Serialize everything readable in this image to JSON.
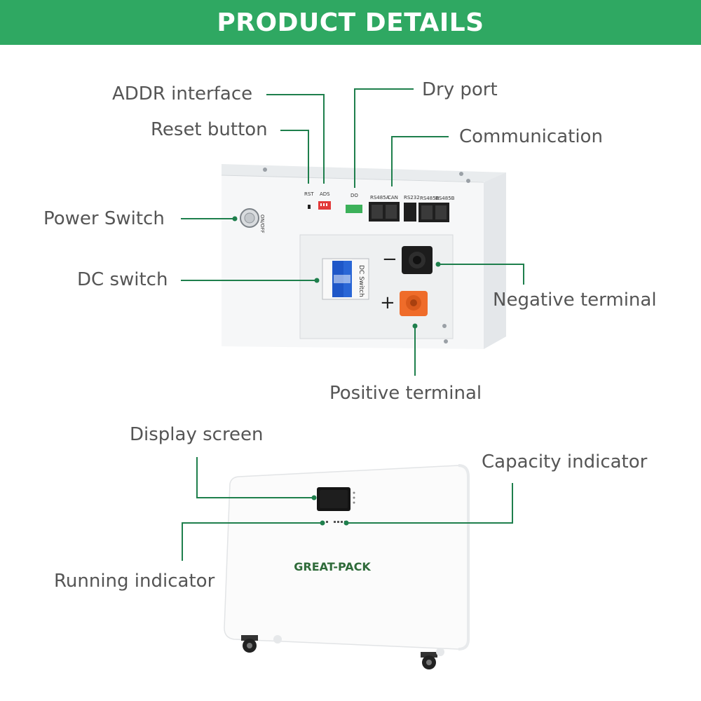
{
  "header": {
    "title": "PRODUCT DETAILS"
  },
  "colors": {
    "banner": "#2fa862",
    "leader_line": "#1e7f4c",
    "label_text": "#555555",
    "brand_text": "#2f6b3a"
  },
  "labels": {
    "addr_interface": "ADDR interface",
    "reset_button": "Reset button",
    "dry_port": "Dry port",
    "communication": "Communication",
    "power_switch": "Power Switch",
    "dc_switch": "DC switch",
    "negative_terminal": "Negative terminal",
    "positive_terminal": "Positive terminal",
    "display_screen": "Display screen",
    "capacity_indicator": "Capacity indicator",
    "running_indicator": "Running indicator"
  },
  "panel": {
    "rst": "RST",
    "ads": "ADS",
    "do": "DO",
    "rs485a": "RS485A",
    "can": "CAN",
    "rs232": "RS232",
    "rs485b_1": "RS485B",
    "rs485b_2": "RS485B",
    "on_off": "ON/OFF",
    "dc_switch_text": "DC Switch",
    "minus": "−",
    "plus": "+"
  },
  "brand": {
    "name": "GREAT-PACK"
  }
}
